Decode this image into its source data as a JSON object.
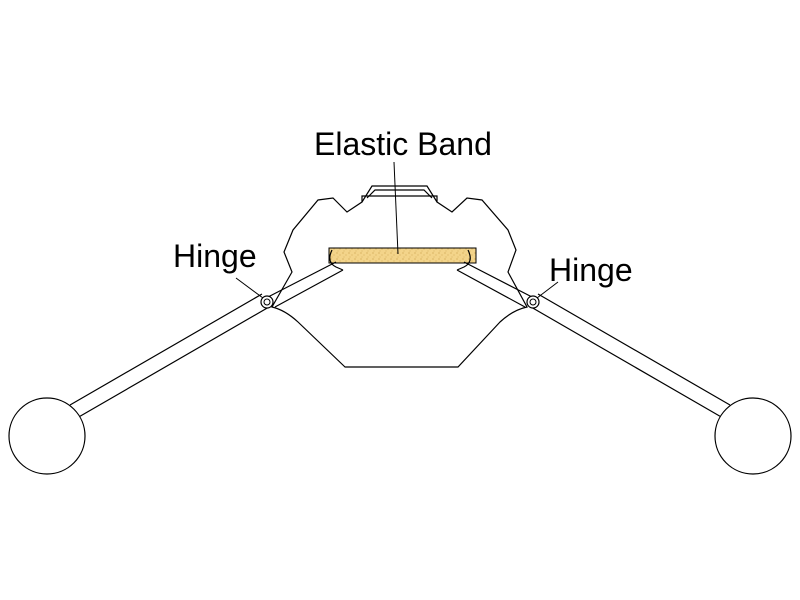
{
  "labels": {
    "elastic_band": "Elastic Band",
    "hinge_left": "Hinge",
    "hinge_right": "Hinge"
  },
  "colors": {
    "outline": "#000000",
    "elastic_band_fill": "#f3d48a",
    "elastic_band_speckle": "#c9a04a",
    "background": "#ffffff"
  }
}
